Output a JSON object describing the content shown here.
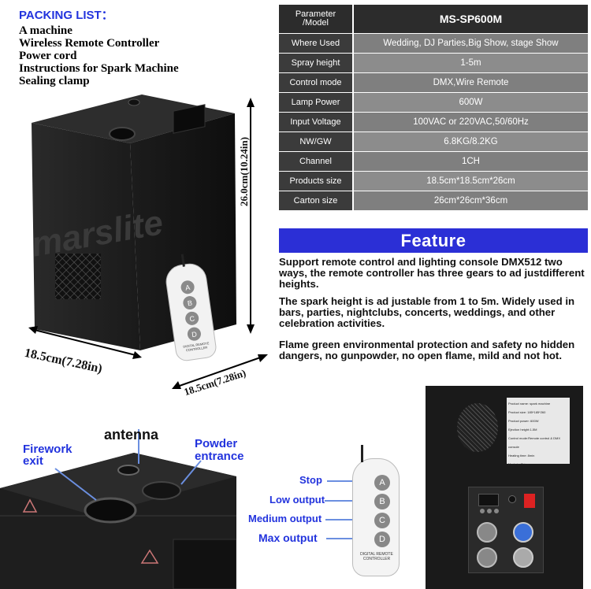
{
  "packing_list": {
    "title": "PACKING LIST：",
    "items": [
      "A machine",
      "Wireless Remote Controller",
      "Power cord",
      "Instructions for Spark Machine",
      "Sealing clamp"
    ]
  },
  "spec_table": {
    "header": {
      "key": "Parameter\n/Model",
      "value": "MS-SP600M"
    },
    "rows": [
      {
        "key": "Where Used",
        "value": "Wedding, DJ Parties,Big Show, stage Show"
      },
      {
        "key": "Spray height",
        "value": "1-5m"
      },
      {
        "key": "Control mode",
        "value": "DMX,Wire Remote"
      },
      {
        "key": "Lamp Power",
        "value": "600W"
      },
      {
        "key": "Input Voltage",
        "value": "100VAC or 220VAC,50/60Hz"
      },
      {
        "key": "NW/GW",
        "value": "6.8KG/8.2KG"
      },
      {
        "key": "Channel",
        "value": "1CH"
      },
      {
        "key": "Products size",
        "value": "18.5cm*18.5cm*26cm"
      },
      {
        "key": "Carton size",
        "value": "26cm*26cm*36cm"
      }
    ]
  },
  "feature": {
    "title": "Feature",
    "paragraphs": [
      "Support remote control and lighting console DMX512 two ways, the remote controller has three gears to ad justdifferent heights.",
      "The spark height is ad justable from 1 to 5m. Widely used in bars, parties, nightclubs, concerts, weddings, and other celebration activities.",
      "Flame green environmental protection and safety no hidden dangers, no gunpowder, no open flame, mild and not hot."
    ]
  },
  "dimensions": {
    "height": "26.0cm(10.24in)",
    "width_left": "18.5cm(7.28in)",
    "width_right": "18.5cm(7.28in)",
    "watermark": "marslite"
  },
  "remote": {
    "buttons": [
      "A",
      "B",
      "C",
      "D"
    ],
    "brand_line1": "DIGITAL REMOTE",
    "brand_line2": "CONTROLLER"
  },
  "closeup": {
    "antenna": "antenna",
    "firework_exit": "Firework\nexit",
    "powder_entrance": "Powder\nentrance"
  },
  "remote_legend": {
    "stop": "Stop",
    "low": "Low output",
    "medium": "Medium output",
    "max": "Max output"
  },
  "back_label": {
    "lines": [
      "Product name: spark machine",
      "Product size: 185*185*260",
      "Product power: 600W",
      "Ejection height:1-5M",
      "Control mode:Remote control & DMX console",
      "Heating time: 8min",
      "Made in China"
    ]
  },
  "colors": {
    "accent_blue": "#2b2fd6",
    "label_blue": "#2233dd",
    "table_dark": "#3b3b3b",
    "table_gray": "#8c8c8c"
  }
}
